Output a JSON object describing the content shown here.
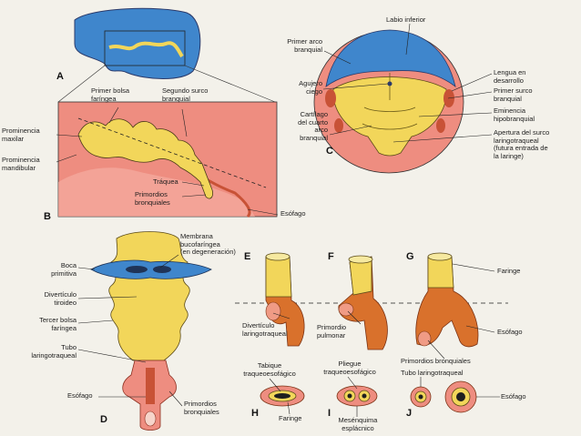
{
  "colors": {
    "blue": "#3f86cc",
    "yellow": "#f2d65a",
    "pink": "#ee8d80",
    "dark_red": "#c85236",
    "orange": "#d9712c",
    "outline": "#3a3a3a"
  },
  "panels": {
    "A": "A",
    "B": "B",
    "C": "C",
    "D": "D",
    "E": "E",
    "F": "F",
    "G": "G",
    "H": "H",
    "I": "I",
    "J": "J"
  },
  "labels": {
    "primer_bolsa_faringea": "Primer bolsa\nfaríngea",
    "segundo_surco_branquial": "Segundo surco\nbranquial",
    "prominencia_maxilar": "Prominencia\nmaxilar",
    "prominencia_mandibular": "Prominencia\nmandibular",
    "traquea": "Tráquea",
    "primordios_bronquiales_b": "Primordios\nbronquiales",
    "esofago_b": "Esófago",
    "labio_inferior": "Labio inferior",
    "primer_arco_branquial": "Primer arco\nbranquial",
    "agujero_ciego": "Agujero\nciego",
    "cartilago_cuarto_arco": "Cartílago\ndel cuarto\narco\nbranquial",
    "lengua_desarrollo": "Lengua en\ndesarrollo",
    "primer_surco_branquial": "Primer surco\nbranquial",
    "eminencia_hipobranquial": "Eminencia\nhipobranquial",
    "apertura_surco": "Apertura del surco\nlaringotraqueal\n(futura entrada de\nla laringe)",
    "membrana_bucofaringea": "Membrana\nbucofaríngea\n(en degeneración)",
    "boca_primitiva": "Boca\nprimitiva",
    "diverticulo_tiroideo": "Divertículo\ntiroideo",
    "tercer_bolsa_faringea": "Tercer bolsa\nfaríngea",
    "tubo_laringotraqueal_d": "Tubo\nlaringotraqueal",
    "esofago_d": "Esófago",
    "primordios_bronquiales_d": "Primordios\nbronquiales",
    "diverticulo_laringotraqueal": "Divertículo\nlaringotraqueal",
    "primordio_pulmonar": "Primordio\npulmonar",
    "faringe_g": "Faringe",
    "esofago_g": "Esófago",
    "primordios_bronquiales_g": "Primordios bronquiales",
    "tubo_laringotraqueal_j": "Tubo laringotraqueal",
    "tabique_traqueoesofagico": "Tabique\ntraqueoesofágico",
    "pliegue_traqueoesofagico": "Pliegue\ntraqueoesofágico",
    "faringe_h": "Faringe",
    "mesenquima_esplanico": "Mesénquima\nesplácnico",
    "esofago_j": "Esófago"
  }
}
